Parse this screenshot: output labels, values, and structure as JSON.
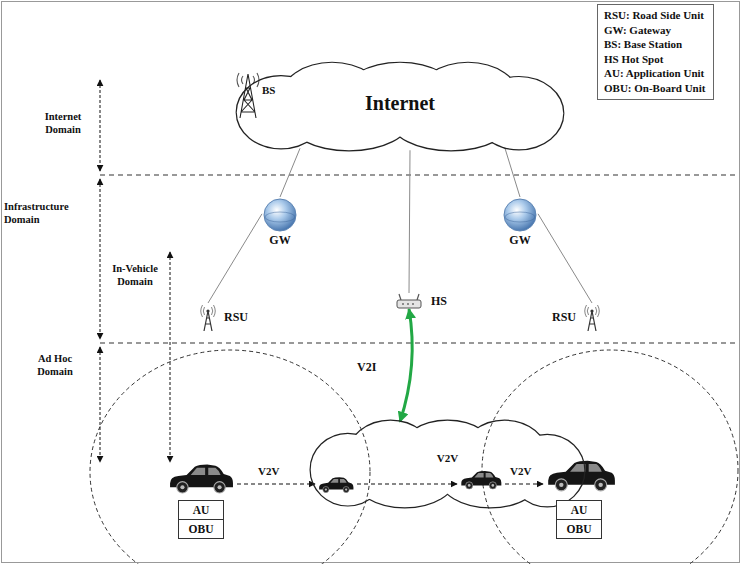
{
  "diagram": {
    "nodes": [
      {
        "text": [
          "RSU: Road Side Unit",
          "GW: Gateway",
          "BS: Base Station",
          "HS Hot Spot",
          "AU: Application Unit",
          "OBU: On-Board Unit"
        ]
      },
      {
        "text": [
          "Internet"
        ]
      },
      {
        "text": [
          "GW"
        ]
      },
      {
        "text": [
          "HS"
        ]
      },
      {
        "text": [
          "GW"
        ]
      },
      {
        "text": [
          "RSU"
        ]
      },
      {
        "text": [
          "RSU"
        ]
      },
      {
        "text": [
          "V2V"
        ]
      },
      {
        "text": [
          "AU"
        ]
      },
      {
        "text": [
          "OBU"
        ]
      },
      {
        "text": [
          "AU"
        ]
      },
      {
        "text": [
          "OBU"
        ]
      }
    ],
    "edges": [
      {
        "from": 1,
        "to": 2,
        "arrow": "none"
      },
      {
        "from": 1,
        "to": 3,
        "arrow": "none"
      },
      {
        "from": 1,
        "to": 4,
        "arrow": "none"
      },
      {
        "from": 2,
        "to": 5,
        "arrow": "none"
      },
      {
        "from": 4,
        "to": 6,
        "arrow": "none"
      },
      {
        "from": 3,
        "to": 7,
        "label": "V2I",
        "arrow": "both"
      }
    ],
    "labels": [
      "Internet Domain",
      "Infrastructure Domain",
      "In-Vehicle Domain",
      "Ad Hoc Domain",
      "BS",
      "V2V",
      "V2V"
    ]
  }
}
